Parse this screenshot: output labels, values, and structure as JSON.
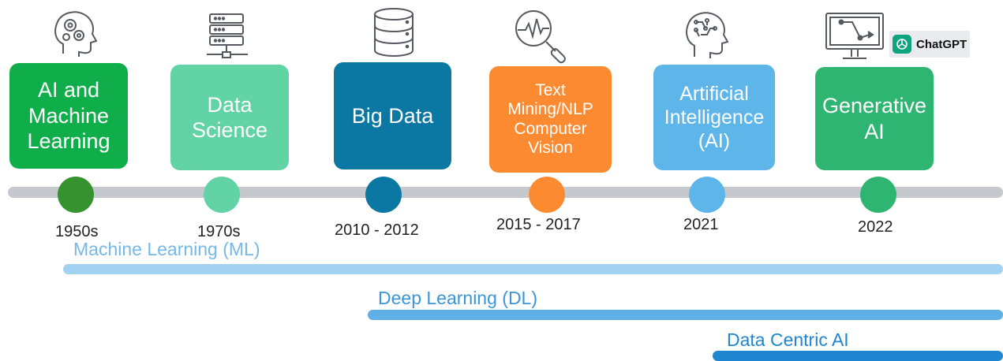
{
  "milestones": [
    {
      "label": "AI and\nMachine\nLearning",
      "year": "1950s",
      "color": "#0fae4a",
      "icon": "head-gears-icon"
    },
    {
      "label": "Data\nScience",
      "year": "1970s",
      "color": "#62d3a4",
      "icon": "server-icon"
    },
    {
      "label": "Big Data",
      "year": "2010 - 2012",
      "color": "#0b77a3",
      "icon": "database-icon"
    },
    {
      "label": "Text\nMining/NLP\nComputer\nVision",
      "year": "2015 - 2017",
      "color": "#fb8a31",
      "icon": "magnifier-waveform-icon"
    },
    {
      "label": "Artificial\nIntelligence\n(AI)",
      "year": "2021",
      "color": "#5eb5e9",
      "icon": "head-circuit-icon"
    },
    {
      "label": "Generative\nAI",
      "year": "2022",
      "color": "#2eb572",
      "icon": "monitor-workflow-icon"
    }
  ],
  "badge": {
    "text": "ChatGPT",
    "icon": "chatgpt-logo-icon"
  },
  "eras": [
    {
      "label": "Machine Learning (ML)",
      "color": "#a3d1f0",
      "text_color": "#76b9e6"
    },
    {
      "label": "Deep Learning (DL)",
      "color": "#5fb0e6",
      "text_color": "#3b95d6"
    },
    {
      "label": "Data Centric AI",
      "color": "#1f86d1",
      "text_color": "#1f86d1"
    }
  ],
  "colors": {
    "timeline": "#c5c8cc",
    "icon_stroke": "#555a60"
  }
}
